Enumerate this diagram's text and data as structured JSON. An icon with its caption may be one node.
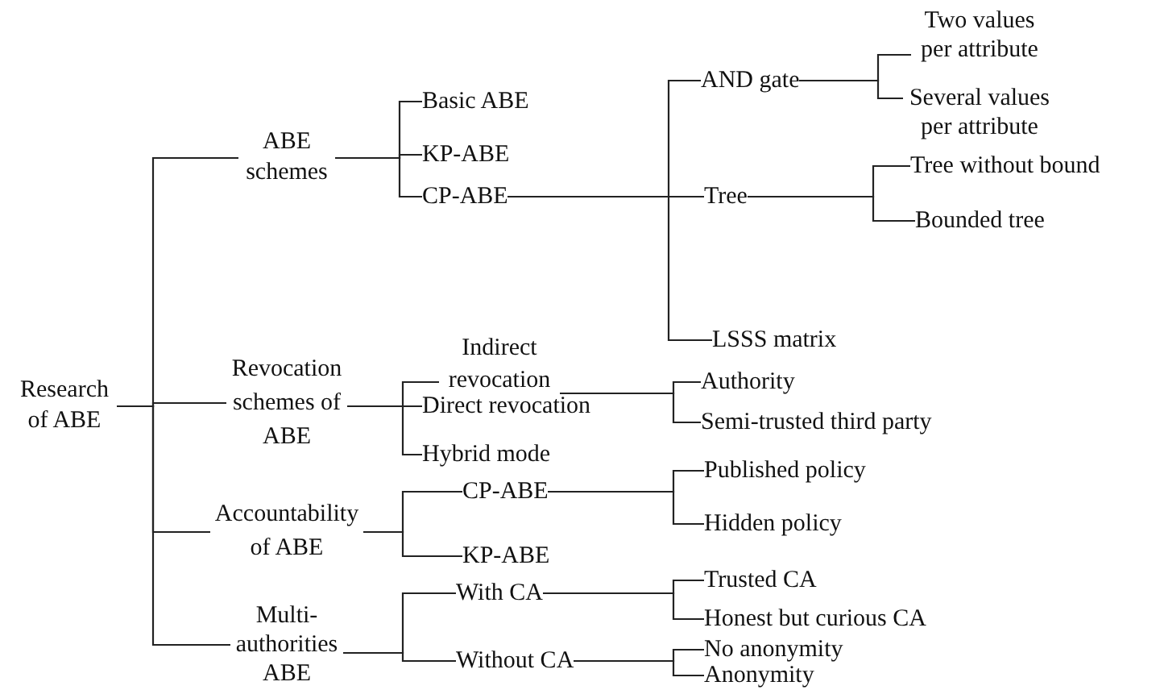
{
  "diagram": {
    "nodes": [
      {
        "text": [
          "Research of ABE"
        ]
      },
      {
        "text": [
          "ABE schemes"
        ]
      },
      {
        "text": [
          "Basic ABE"
        ]
      },
      {
        "text": [
          "KP-ABE"
        ]
      },
      {
        "text": [
          "CP-ABE"
        ]
      },
      {
        "text": [
          "AND gate"
        ]
      },
      {
        "text": [
          "Two values per attribute"
        ]
      },
      {
        "text": [
          "Several values per attribute"
        ]
      },
      {
        "text": [
          "Tree"
        ]
      },
      {
        "text": [
          "Tree without bound"
        ]
      },
      {
        "text": [
          "Bounded tree"
        ]
      },
      {
        "text": [
          "LSSS matrix"
        ]
      },
      {
        "text": [
          "Revocation schemes of ABE"
        ]
      },
      {
        "text": [
          "Indirect revocation"
        ]
      },
      {
        "text": [
          "Authority"
        ]
      },
      {
        "text": [
          "Semi-trusted third party"
        ]
      },
      {
        "text": [
          "Direct revocation"
        ]
      },
      {
        "text": [
          "Hybrid mode"
        ]
      },
      {
        "text": [
          "Accountability of ABE"
        ]
      },
      {
        "text": [
          "CP-ABE"
        ]
      },
      {
        "text": [
          "Published policy"
        ]
      },
      {
        "text": [
          "Hidden policy"
        ]
      },
      {
        "text": [
          "KP-ABE"
        ]
      },
      {
        "text": [
          "Multi-authorities ABE"
        ]
      },
      {
        "text": [
          "With CA"
        ]
      },
      {
        "text": [
          "Trusted CA"
        ]
      },
      {
        "text": [
          "Honest but curious CA"
        ]
      },
      {
        "text": [
          "Without CA"
        ]
      },
      {
        "text": [
          "No anonymity"
        ]
      },
      {
        "text": [
          "Anonymity"
        ]
      }
    ],
    "edges": [
      {
        "from": 0,
        "to": 1,
        "arrow": "none"
      },
      {
        "from": 1,
        "to": 2,
        "arrow": "none"
      },
      {
        "from": 1,
        "to": 3,
        "arrow": "none"
      },
      {
        "from": 1,
        "to": 4,
        "arrow": "none"
      },
      {
        "from": 4,
        "to": 5,
        "arrow": "none"
      },
      {
        "from": 5,
        "to": 6,
        "arrow": "none"
      },
      {
        "from": 5,
        "to": 7,
        "arrow": "none"
      },
      {
        "from": 4,
        "to": 8,
        "arrow": "none"
      },
      {
        "from": 8,
        "to": 9,
        "arrow": "none"
      },
      {
        "from": 8,
        "to": 10,
        "arrow": "none"
      },
      {
        "from": 4,
        "to": 11,
        "arrow": "none"
      },
      {
        "from": 0,
        "to": 12,
        "arrow": "none"
      },
      {
        "from": 12,
        "to": 13,
        "arrow": "none"
      },
      {
        "from": 13,
        "to": 14,
        "arrow": "none"
      },
      {
        "from": 13,
        "to": 15,
        "arrow": "none"
      },
      {
        "from": 12,
        "to": 16,
        "arrow": "none"
      },
      {
        "from": 12,
        "to": 17,
        "arrow": "none"
      },
      {
        "from": 0,
        "to": 18,
        "arrow": "none"
      },
      {
        "from": 18,
        "to": 19,
        "arrow": "none"
      },
      {
        "from": 19,
        "to": 20,
        "arrow": "none"
      },
      {
        "from": 19,
        "to": 21,
        "arrow": "none"
      },
      {
        "from": 18,
        "to": 22,
        "arrow": "none"
      },
      {
        "from": 0,
        "to": 23,
        "arrow": "none"
      },
      {
        "from": 23,
        "to": 24,
        "arrow": "none"
      },
      {
        "from": 24,
        "to": 25,
        "arrow": "none"
      },
      {
        "from": 24,
        "to": 26,
        "arrow": "none"
      },
      {
        "from": 23,
        "to": 27,
        "arrow": "none"
      },
      {
        "from": 27,
        "to": 28,
        "arrow": "none"
      },
      {
        "from": 27,
        "to": 29,
        "arrow": "none"
      }
    ]
  }
}
